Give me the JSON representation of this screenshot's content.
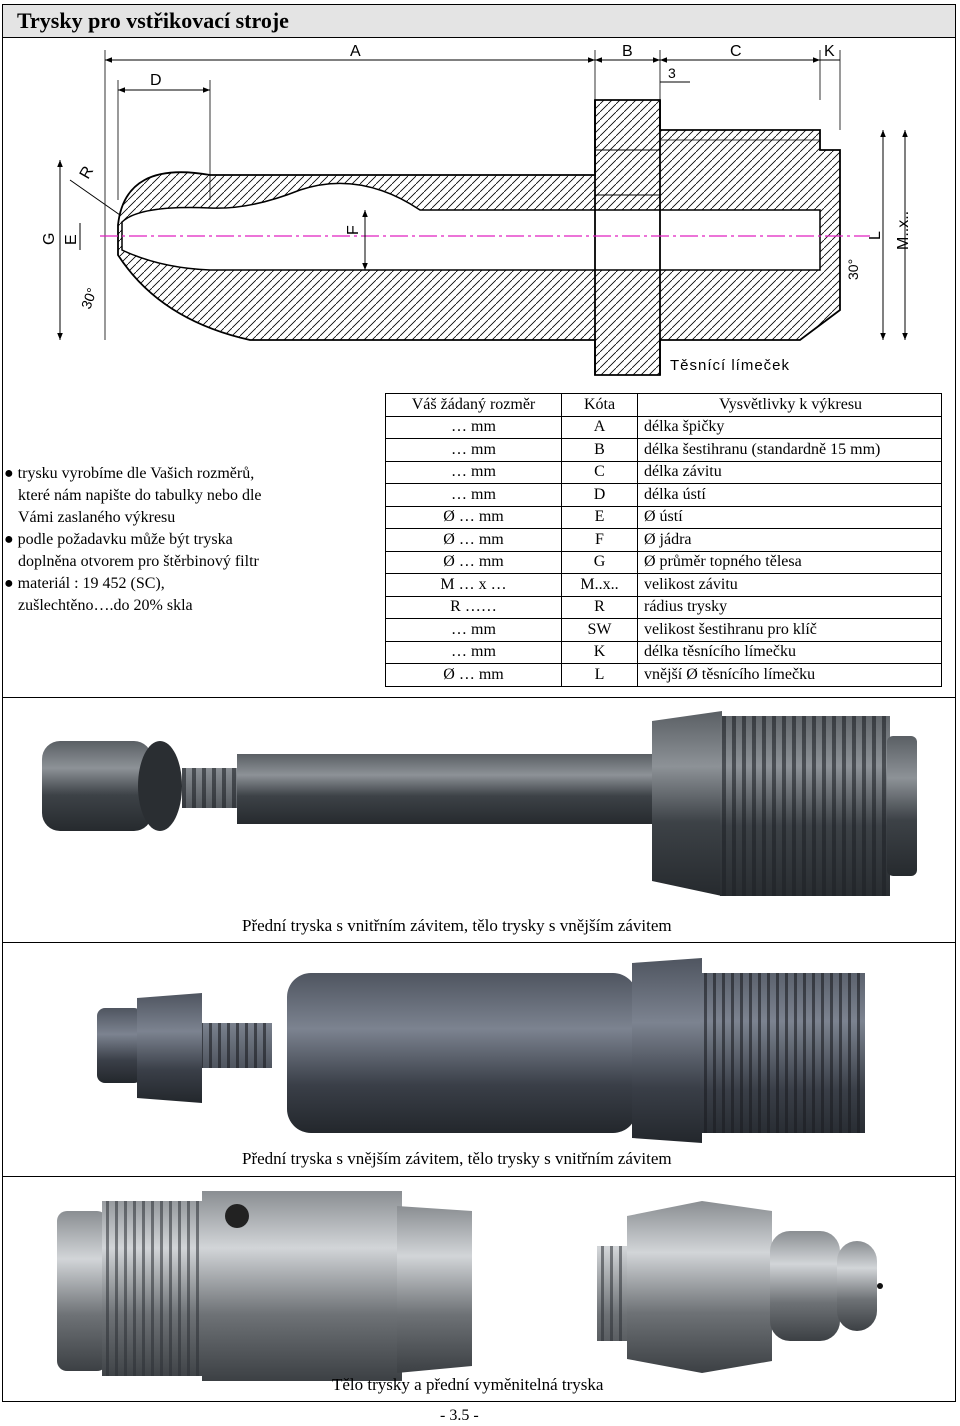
{
  "title": "Trysky pro vstřikovací stroje",
  "drawing": {
    "labels": [
      "A",
      "B",
      "C",
      "K",
      "D",
      "3",
      "R",
      "G",
      "E",
      "F",
      "L",
      "M..x..",
      "30°",
      "30°"
    ],
    "seal_label": "Těsnící límeček"
  },
  "bullets": [
    "● trysku vyrobíme dle Vašich rozměrů,",
    "které nám napište do tabulky nebo dle",
    "Vámi zaslaného výkresu",
    "● podle požadavku může být tryska",
    "doplněna otvorem pro štěrbinový filtr",
    "● materiál : 19 452 (SC),",
    "zušlechtěno….do 20% skla"
  ],
  "table": {
    "headers": [
      "Váš žádaný rozměr",
      "Kóta",
      "Vysvětlivky k výkresu"
    ],
    "rows": [
      [
        "… mm",
        "A",
        "délka špičky"
      ],
      [
        "… mm",
        "B",
        "délka šestihranu (standardně 15 mm)"
      ],
      [
        "… mm",
        "C",
        "délka závitu"
      ],
      [
        "… mm",
        "D",
        "délka ústí"
      ],
      [
        "Ø … mm",
        "E",
        "Ø ústí"
      ],
      [
        "Ø … mm",
        "F",
        "Ø jádra"
      ],
      [
        "Ø … mm",
        "G",
        "Ø průměr topného tělesa"
      ],
      [
        "M … x …",
        "M..x..",
        "velikost závitu"
      ],
      [
        "R ……",
        "R",
        "rádius trysky"
      ],
      [
        "… mm",
        "SW",
        "velikost šestihranu pro klíč"
      ],
      [
        "… mm",
        "K",
        "délka těsnícího límečku"
      ],
      [
        "Ø … mm",
        "L",
        "vnější Ø těsnícího límečku"
      ]
    ]
  },
  "captions": [
    "Přední tryska s vnitřním závitem, tělo trysky s vnějším závitem",
    "Přední tryska s vnějším závitem, tělo trysky s vnitřním závitem",
    "Tělo trysky a přední vyměnitelná tryska"
  ],
  "page_number": "- 3.5 -",
  "colors": {
    "steel_dark": "#3a3f44",
    "steel_mid": "#6b7075",
    "steel_light": "#a8acb0",
    "axis": "#e020c0",
    "title_bg": "#e4e4e4"
  }
}
